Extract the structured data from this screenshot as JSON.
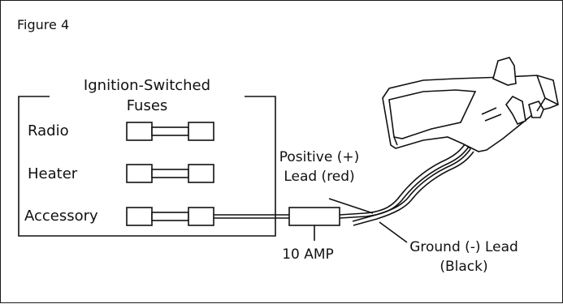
{
  "figure": {
    "title": "Figure 4"
  },
  "fuse_box": {
    "title_line1": "Ignition-Switched",
    "title_line2": "Fuses",
    "fuses": [
      {
        "label": "Radio"
      },
      {
        "label": "Heater"
      },
      {
        "label": "Accessory"
      }
    ]
  },
  "inline_fuse": {
    "label": "10 AMP"
  },
  "leads": {
    "positive_line1": "Positive (+)",
    "positive_line2": "Lead (red)",
    "ground_line1": "Ground (-) Lead",
    "ground_line2": "(Black)"
  }
}
